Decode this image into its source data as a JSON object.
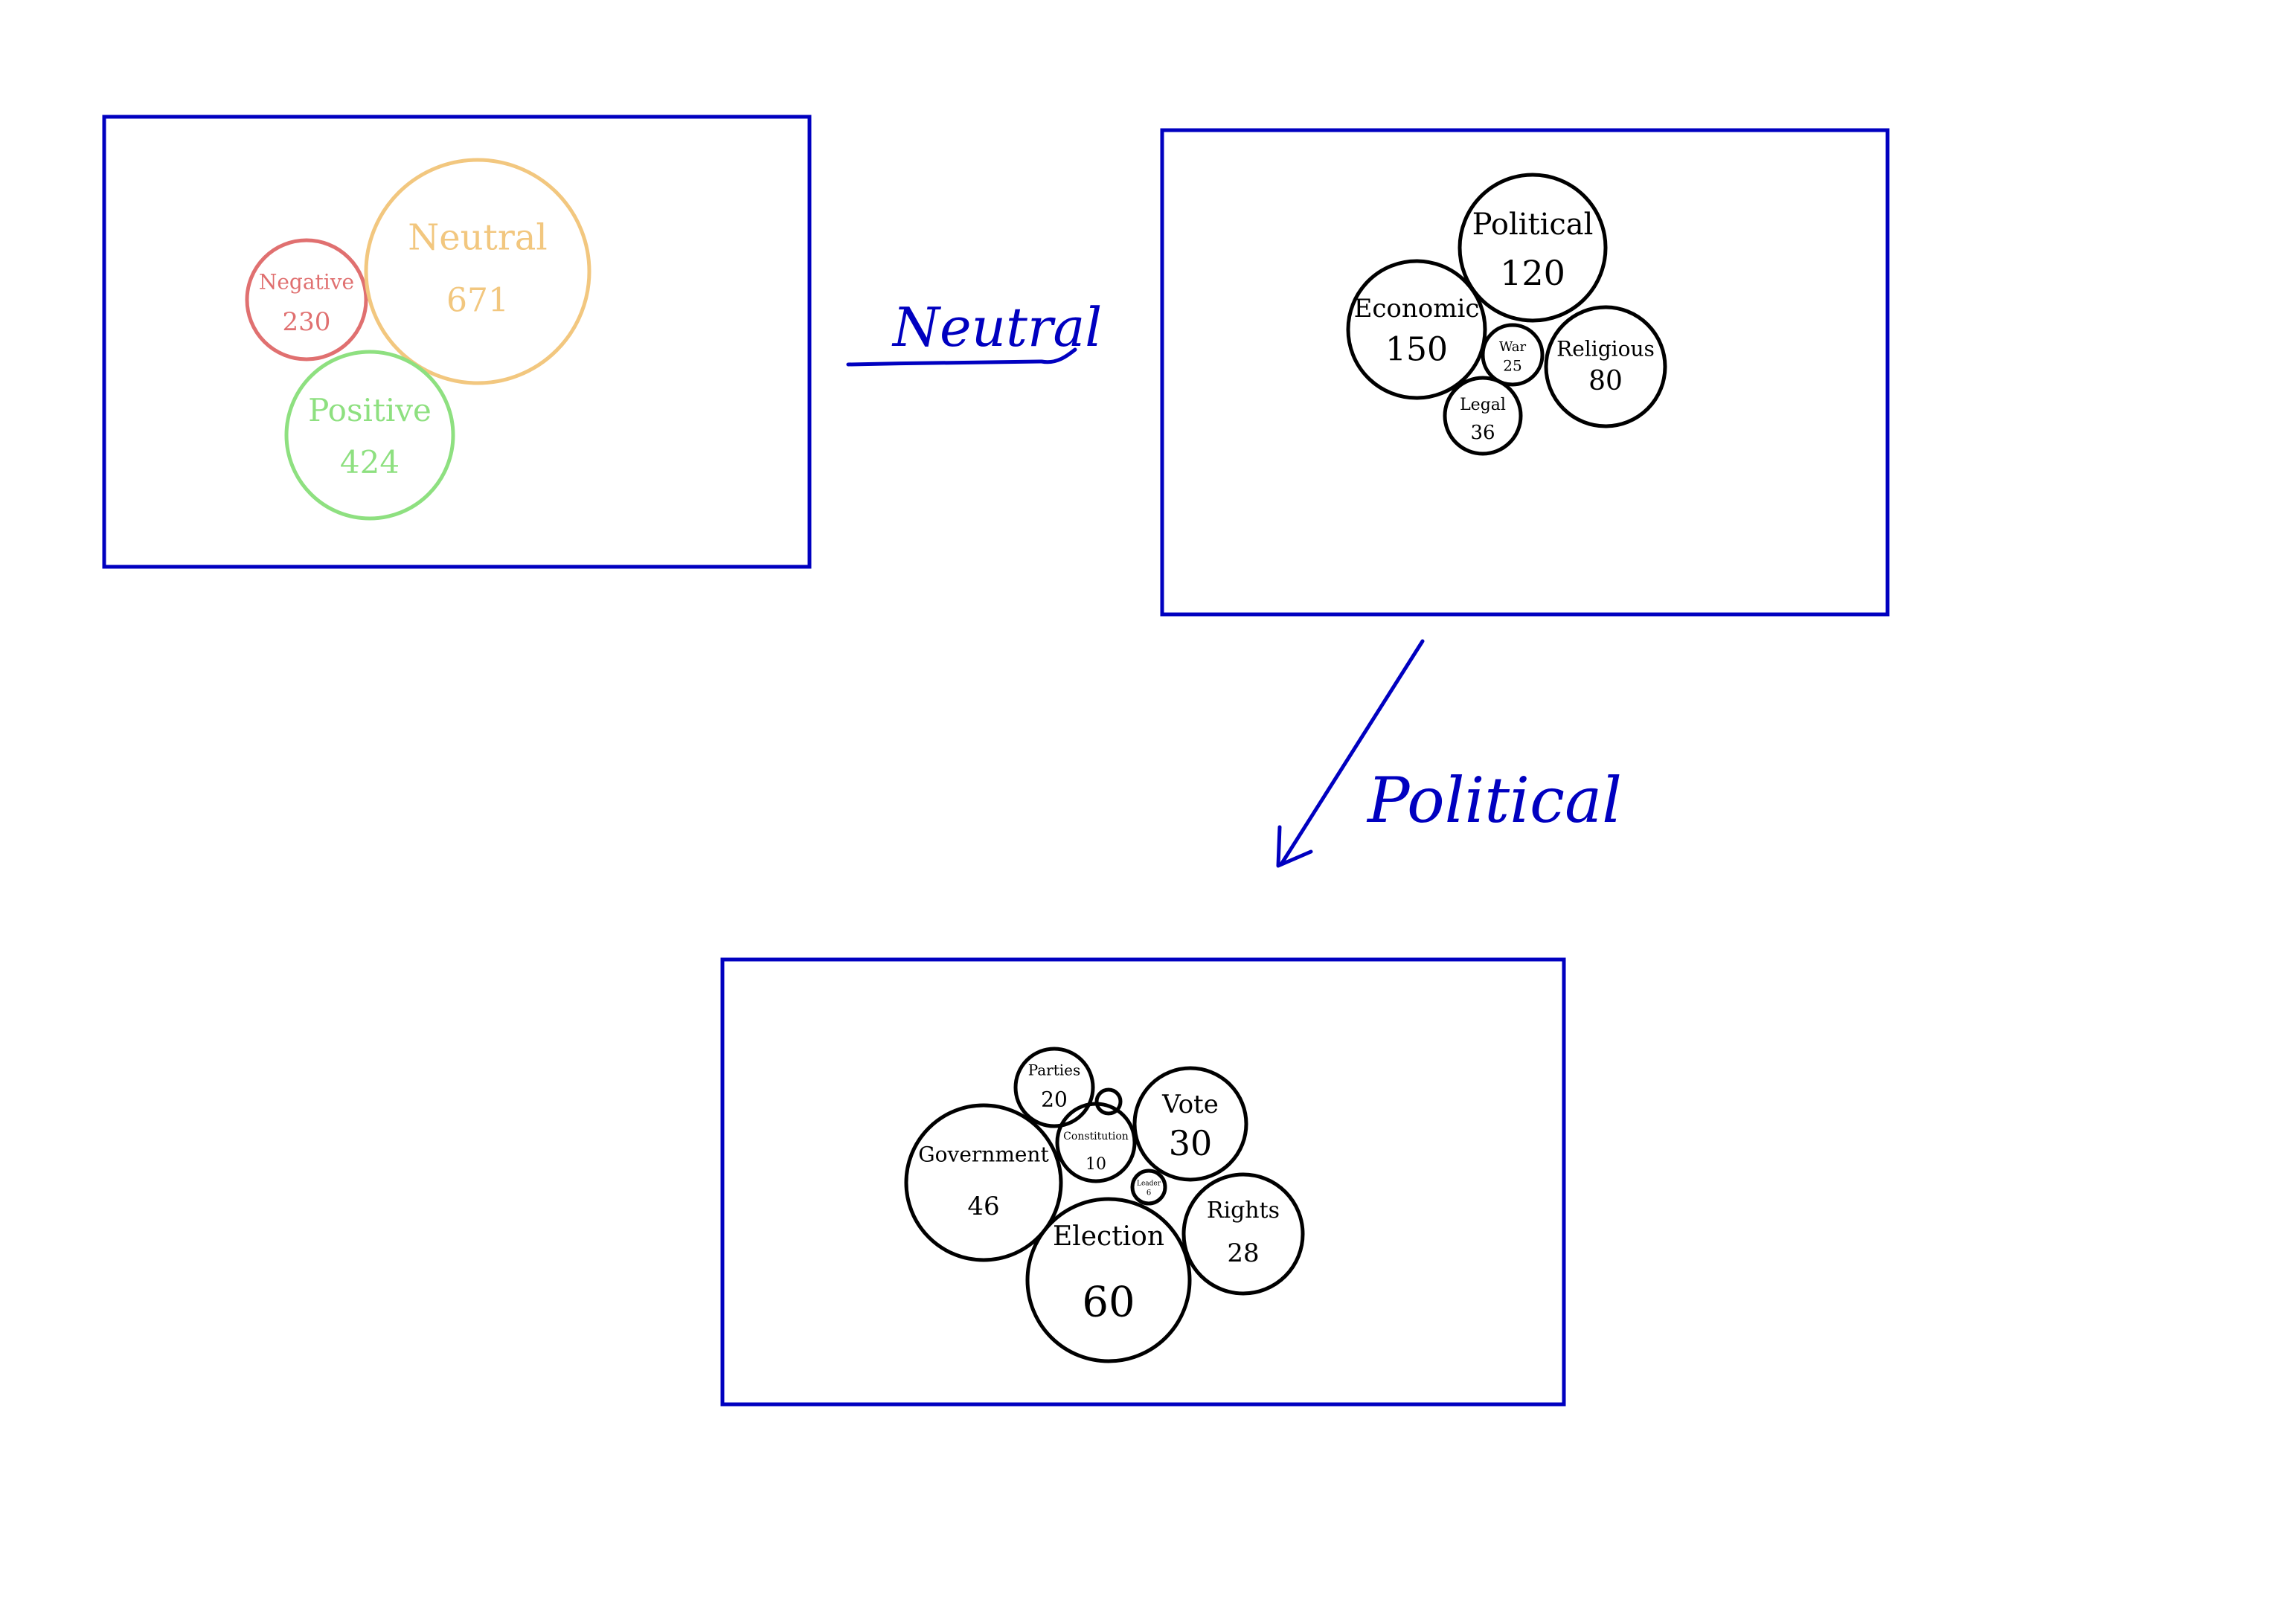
{
  "colors": {
    "frame": "#0000c0",
    "edge": "#0000c0",
    "ink": "#000000",
    "negative": "#e07070",
    "neutral": "#f2c77f",
    "positive": "#8ee080"
  },
  "panels": [
    {
      "id": "sentiment",
      "bubbles": [
        {
          "label": "Negative",
          "value": "230",
          "color": "#e07070"
        },
        {
          "label": "Neutral",
          "value": "671",
          "color": "#f2c77f"
        },
        {
          "label": "Positive",
          "value": "424",
          "color": "#8ee080"
        }
      ]
    },
    {
      "id": "neutral-topics",
      "bubbles": [
        {
          "label": "Political",
          "value": "120",
          "color": "#000000"
        },
        {
          "label": "Economic",
          "value": "150",
          "color": "#000000"
        },
        {
          "label": "War",
          "value": "25",
          "color": "#000000"
        },
        {
          "label": "Religious",
          "value": "80",
          "color": "#000000"
        },
        {
          "label": "Legal",
          "value": "36",
          "color": "#000000"
        }
      ]
    },
    {
      "id": "political-topics",
      "bubbles": [
        {
          "label": "Parties",
          "value": "20",
          "color": "#000000"
        },
        {
          "label": "",
          "value": "",
          "color": "#000000"
        },
        {
          "label": "Vote",
          "value": "30",
          "color": "#000000"
        },
        {
          "label": "Government",
          "value": "46",
          "color": "#000000"
        },
        {
          "label": "Constitution",
          "value": "10",
          "color": "#000000"
        },
        {
          "label": "Leader",
          "value": "6",
          "color": "#000000"
        },
        {
          "label": "Rights",
          "value": "28",
          "color": "#000000"
        },
        {
          "label": "Election",
          "value": "60",
          "color": "#000000"
        }
      ]
    }
  ],
  "edges": [
    {
      "id": "edge-neutral",
      "label": "Neutral"
    },
    {
      "id": "edge-political",
      "label": "Political"
    }
  ]
}
